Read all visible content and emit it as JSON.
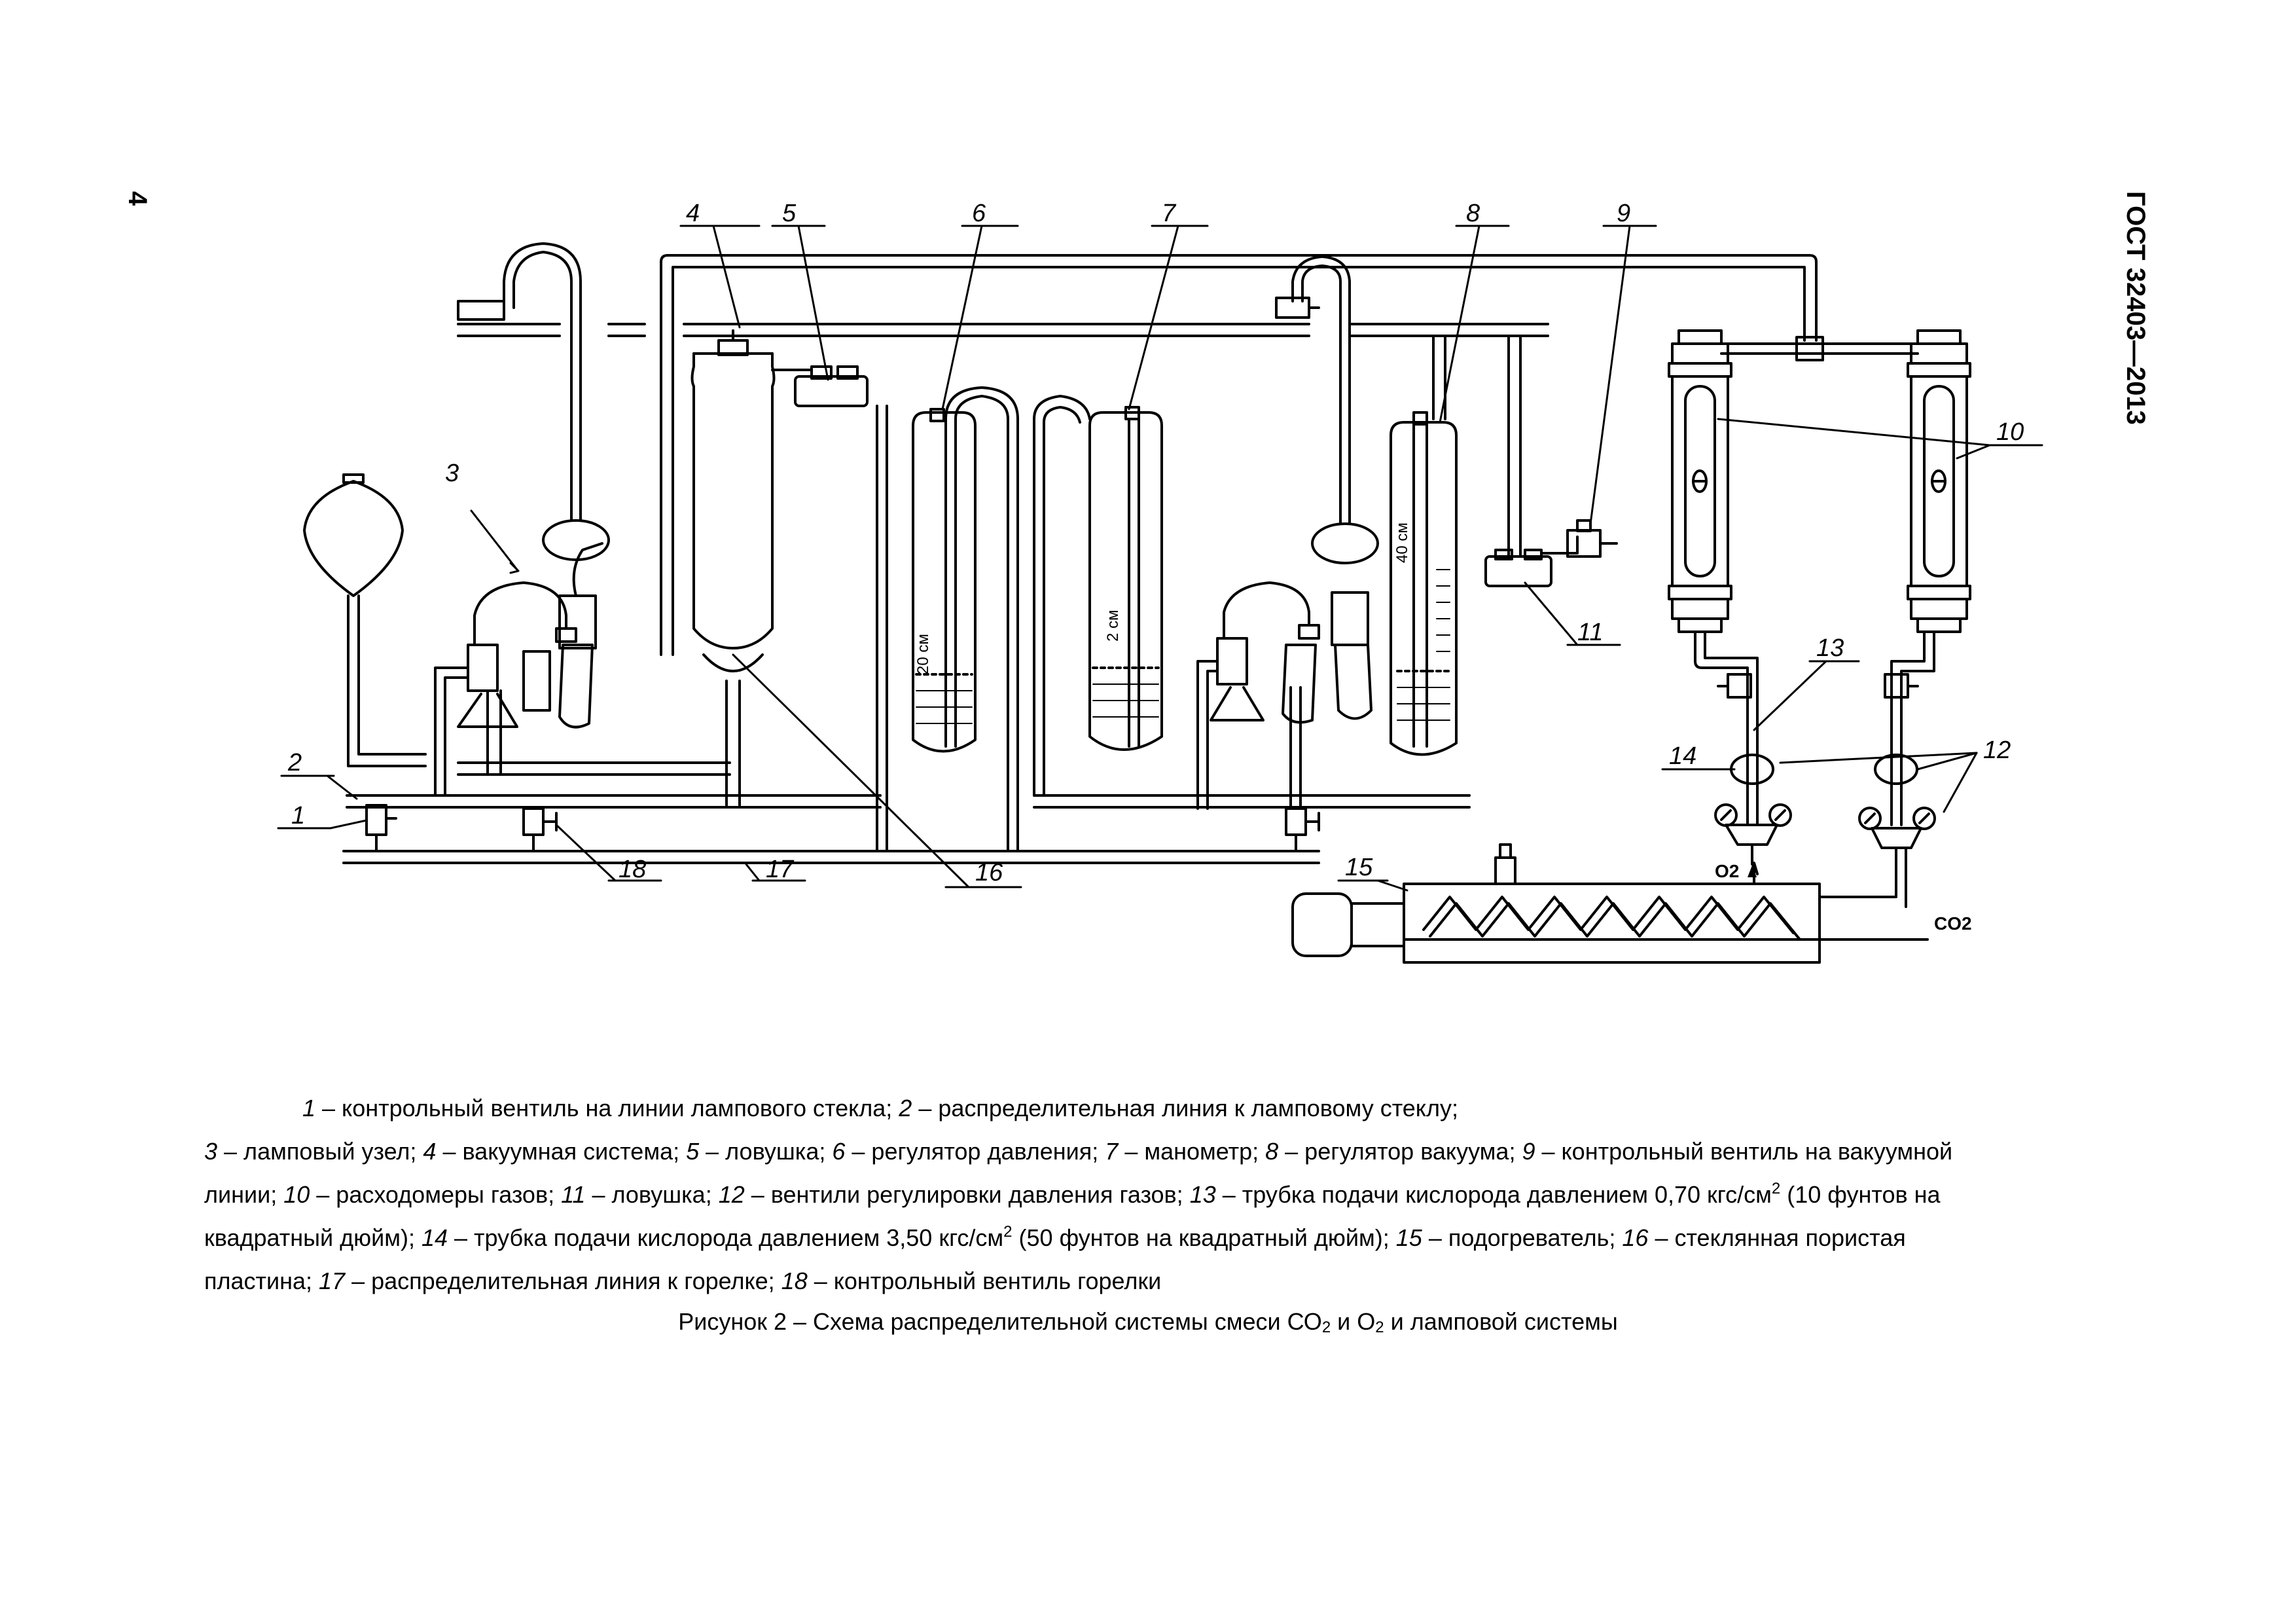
{
  "page_number": "4",
  "standard_code": "ГОСТ 32403—2013",
  "diagram": {
    "callouts": [
      "1",
      "2",
      "3",
      "4",
      "5",
      "6",
      "7",
      "8",
      "9",
      "10",
      "11",
      "12",
      "13",
      "14",
      "15",
      "16",
      "17",
      "18"
    ],
    "scale_marks": [
      "20 см",
      "2 см",
      "40 см"
    ],
    "gas_labels": {
      "o2": "O2",
      "co2": "CO2"
    }
  },
  "legend": {
    "line1": {
      "n1": "1",
      "t1": " – контрольный вентиль на линии лампового стекла; ",
      "n2": "2",
      "t2": " – распределительная линия к ламповому стеклу;"
    },
    "line2": {
      "n3": "3",
      "t3": " – ламповый узел; ",
      "n4": "4",
      "t4": " – вакуумная система; ",
      "n5": "5",
      "t5": " – ловушка; ",
      "n6": "6",
      "t6": " – регулятор давления; ",
      "n7": "7",
      "t7": " – манометр; ",
      "n8": "8",
      "t8": " – регулятор вакуума; ",
      "n9": "9",
      "t9": " – контрольный вентиль на вакуумной"
    },
    "line3": {
      "t9b": "линии; ",
      "n10": "10",
      "t10": " – расходомеры газов; ",
      "n11": "11",
      "t11": " – ловушка; ",
      "n12": "12",
      "t12": " – вентили регулировки давления газов; ",
      "n13": "13",
      "t13": " – трубка подачи кислорода давлением 0,70 кгс/см",
      "sup": "2",
      "t13b": " (10 фунтов на"
    },
    "line4": {
      "t13c": "квадратный дюйм); ",
      "n14": "14",
      "t14": "  – трубка подачи  кислорода давлением  3,50 кгс/см",
      "sup": "2",
      "t14b": " (50 фунтов на квадратный дюйм); ",
      "n15": "15",
      "t15": " – подогреватель; ",
      "n16": "16",
      "t16": " – стеклянная пористая"
    },
    "line5": {
      "t16b": "пластина; ",
      "n17": "17",
      "t17": " – распределительная линия к горелке; ",
      "n18": "18",
      "t18": " – контрольный вентиль горелки"
    }
  },
  "caption": {
    "a": "Рисунок 2 – Схема распределительной системы смеси СО",
    "sub1": "2",
    "b": " и О",
    "sub2": "2",
    "c": " и ламповой системы"
  }
}
